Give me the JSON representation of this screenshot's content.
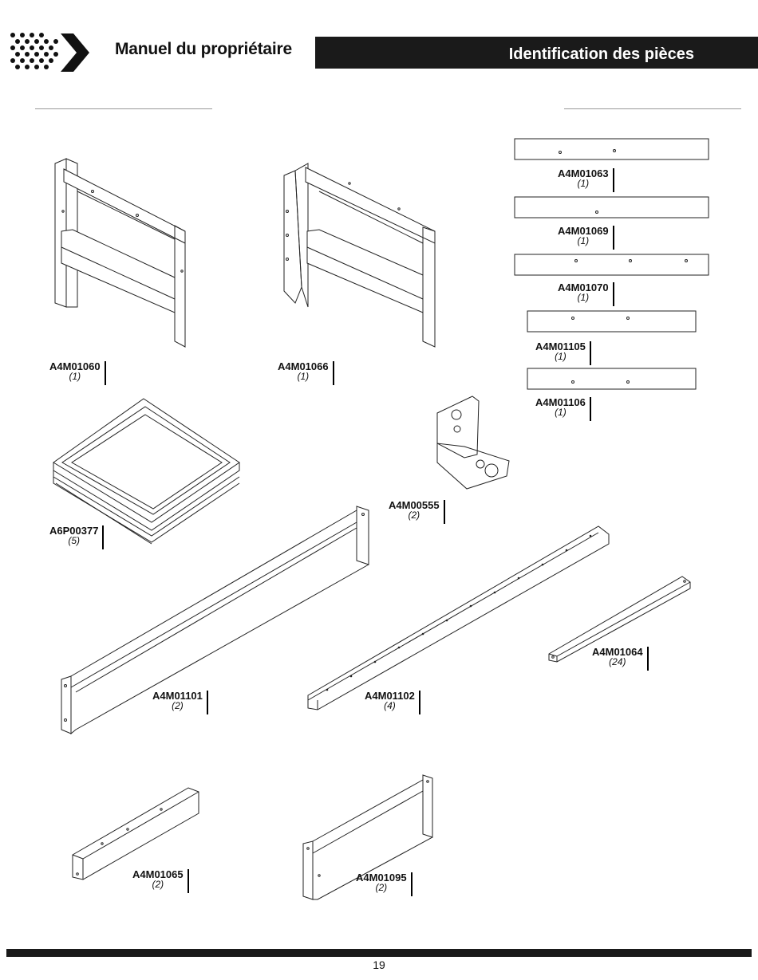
{
  "header": {
    "manual_title": "Manuel du propriétaire",
    "section_title": "Identification des pièces"
  },
  "parts": [
    {
      "code": "A4M01060",
      "qty": "(1)"
    },
    {
      "code": "A4M01066",
      "qty": "(1)"
    },
    {
      "code": "A4M01063",
      "qty": "(1)"
    },
    {
      "code": "A4M01069",
      "qty": "(1)"
    },
    {
      "code": "A4M01070",
      "qty": "(1)"
    },
    {
      "code": "A4M01105",
      "qty": "(1)"
    },
    {
      "code": "A4M01106",
      "qty": "(1)"
    },
    {
      "code": "A6P00377",
      "qty": "(5)"
    },
    {
      "code": "A4M00555",
      "qty": "(2)"
    },
    {
      "code": "A4M01101",
      "qty": "(2)"
    },
    {
      "code": "A4M01102",
      "qty": "(4)"
    },
    {
      "code": "A4M01064",
      "qty": "(24)"
    },
    {
      "code": "A4M01065",
      "qty": "(2)"
    },
    {
      "code": "A4M01095",
      "qty": "(2)"
    }
  ],
  "footer": {
    "page_number": "19"
  }
}
